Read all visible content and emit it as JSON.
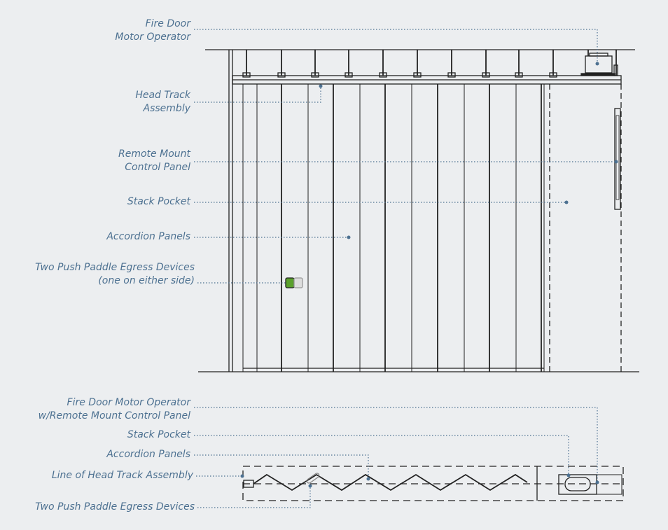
{
  "elevation_labels": {
    "motor_line1": "Fire Door",
    "motor_line2": "Motor Operator",
    "headtrack_line1": "Head Track",
    "headtrack_line2": "Assembly",
    "control_line1": "Remote Mount",
    "control_line2": "Control Panel",
    "stack_pocket": "Stack Pocket",
    "accordion_panels": "Accordion Panels",
    "egress_line1": "Two Push Paddle Egress Devices",
    "egress_line2": "(one on either side)"
  },
  "plan_labels": {
    "motor_line1": "Fire Door Motor Operator",
    "motor_line2": "w/Remote Mount Control Panel",
    "stack_pocket": "Stack Pocket",
    "accordion_panels": "Accordion Panels",
    "head_track": "Line of Head Track Assembly",
    "egress": "Two Push Paddle Egress Devices"
  },
  "colors": {
    "label": "#4d7191",
    "line": "#222222",
    "accent_green": "#5aa02c"
  }
}
